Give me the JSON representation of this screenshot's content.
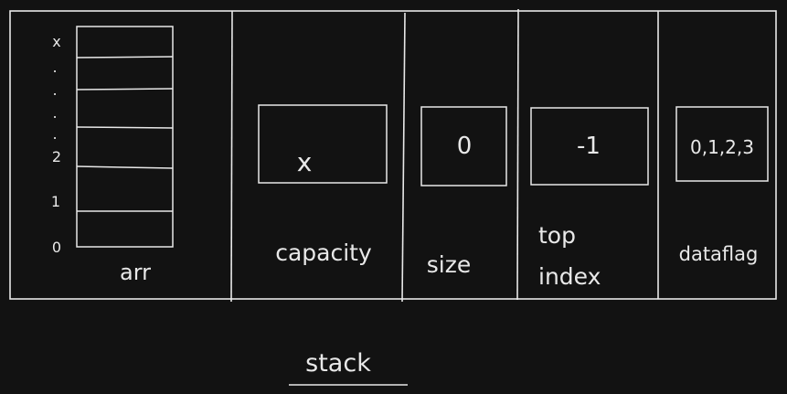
{
  "array": {
    "indices": [
      "x",
      ".",
      ".",
      ".",
      ".",
      "2",
      "1",
      "0"
    ],
    "label": "arr"
  },
  "fields": [
    {
      "key": "capacity",
      "value": "x",
      "label_lines": [
        "capacity"
      ]
    },
    {
      "key": "size",
      "value": "0",
      "label_lines": [
        "size"
      ]
    },
    {
      "key": "top",
      "value": "-1",
      "label_lines": [
        "top",
        "index"
      ]
    },
    {
      "key": "dataflag",
      "value": "0,1,2,3",
      "label_lines": [
        "dataflag"
      ]
    }
  ],
  "caption": "stack",
  "colors": {
    "background": "#121212",
    "stroke": "#e8e8e8"
  }
}
